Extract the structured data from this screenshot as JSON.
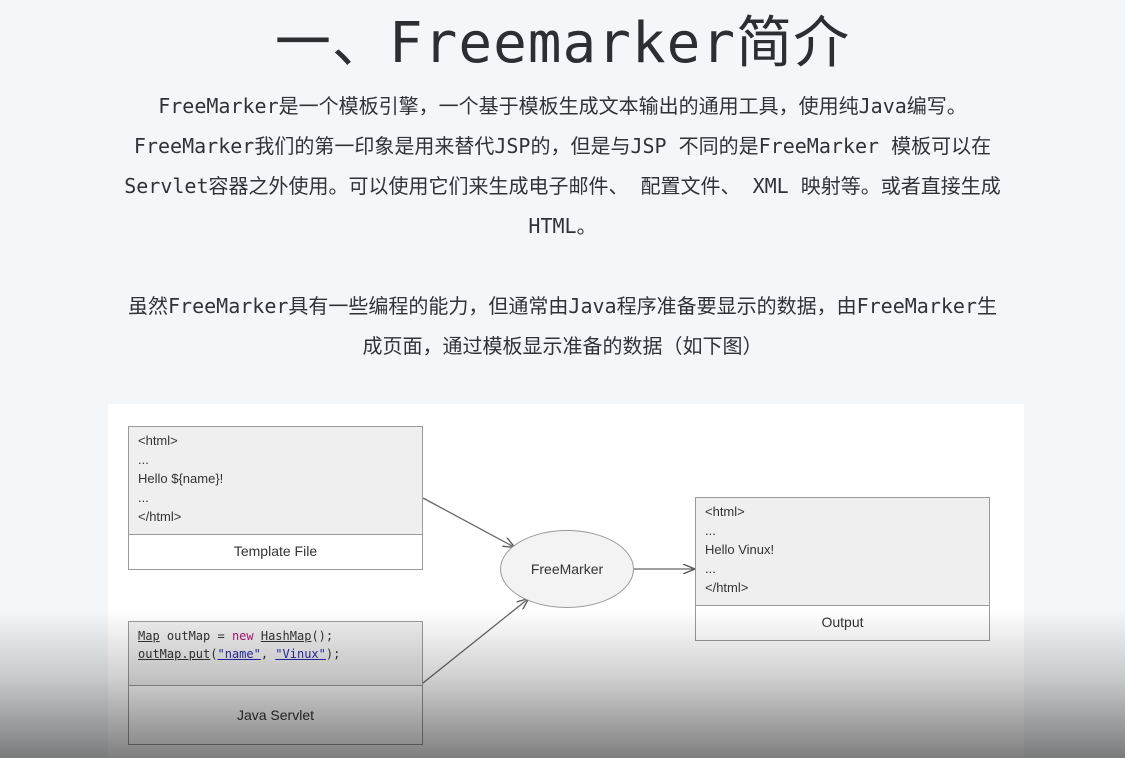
{
  "title": "一、Freemarker简介",
  "intro": [
    "FreeMarker是一个模板引擎，一个基于模板生成文本输出的通用工具，使用纯Java编写。",
    "FreeMarker我们的第一印象是用来替代JSP的，但是与JSP 不同的是FreeMarker 模板可以在",
    "Servlet容器之外使用。可以使用它们来生成电子邮件、 配置文件、 XML 映射等。或者直接生成",
    "HTML。"
  ],
  "second": [
    "虽然FreeMarker具有一些编程的能力，但通常由Java程序准备要显示的数据，由FreeMarker生",
    "成页面，通过模板显示准备的数据（如下图）"
  ],
  "diagram": {
    "template": {
      "lines": [
        "<html>",
        "...",
        "Hello ${name}!",
        "...",
        "</html>"
      ],
      "caption": "Template File"
    },
    "servlet": {
      "line1": {
        "a": "Map",
        "b": " outMap = ",
        "c": "new",
        "d": " ",
        "e": "HashMap",
        "f": "();"
      },
      "line2": {
        "a": "outMap.put",
        "b": "(",
        "c": "\"name\"",
        "d": ", ",
        "e": "\"Vinux\"",
        "f": ");"
      },
      "caption": "Java  Servlet"
    },
    "engine": "FreeMarker",
    "output": {
      "lines": [
        "<html>",
        "...",
        "Hello Vinux!",
        "...",
        "</html>"
      ],
      "caption": "Output"
    }
  }
}
